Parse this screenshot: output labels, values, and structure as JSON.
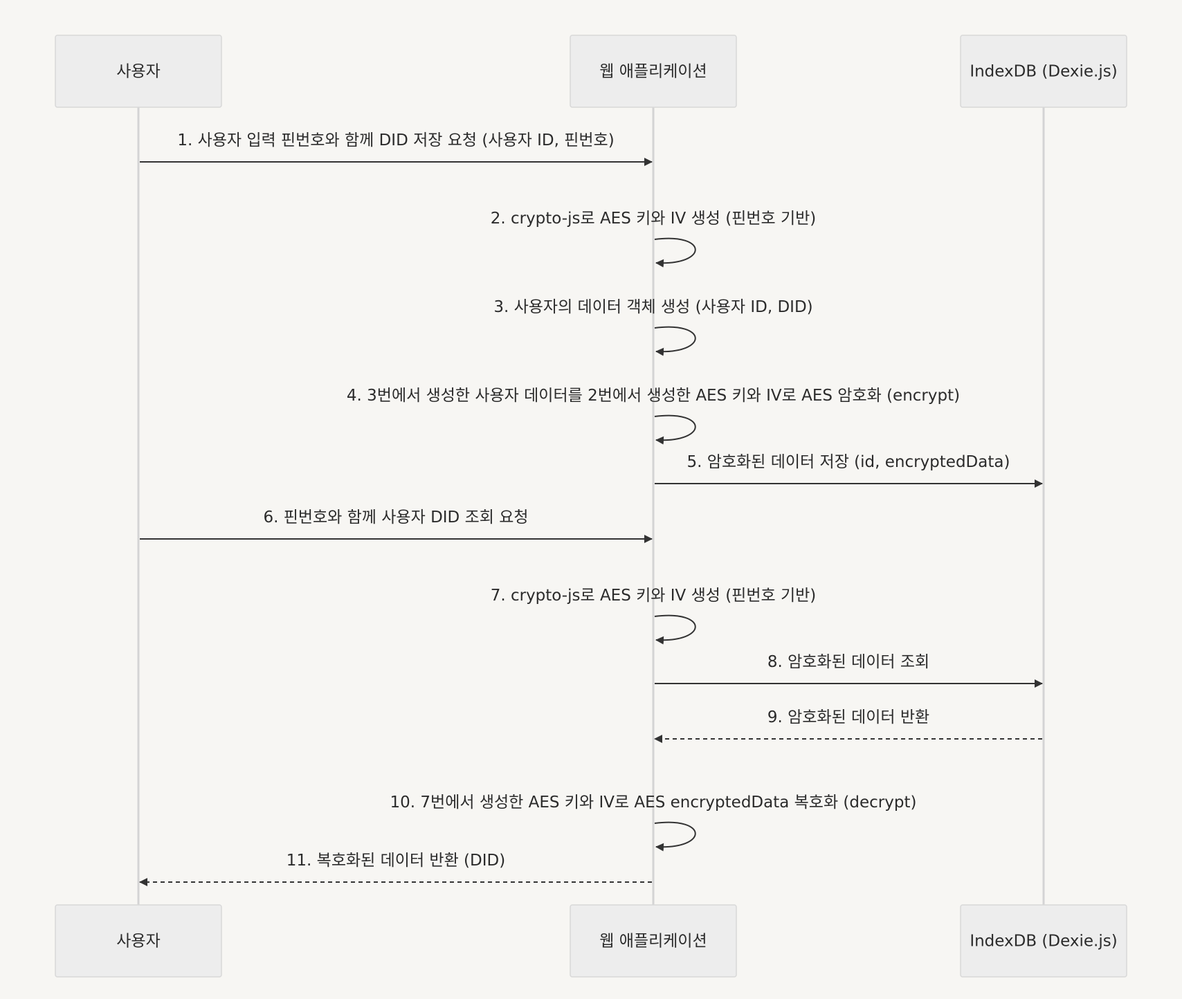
{
  "participants": [
    {
      "id": "user",
      "label": "사용자"
    },
    {
      "id": "app",
      "label": "웹 애플리케이션"
    },
    {
      "id": "db",
      "label": "IndexDB (Dexie.js)"
    }
  ],
  "messages": [
    {
      "from": "user",
      "to": "app",
      "style": "solid",
      "label": "1. 사용자 입력 핀번호와 함께 DID 저장 요청 (사용자 ID, 핀번호)"
    },
    {
      "from": "app",
      "to": "app",
      "style": "solid",
      "label": "2. crypto-js로 AES 키와 IV 생성 (핀번호 기반)"
    },
    {
      "from": "app",
      "to": "app",
      "style": "solid",
      "label": "3. 사용자의 데이터 객체 생성 (사용자 ID, DID)"
    },
    {
      "from": "app",
      "to": "app",
      "style": "solid",
      "label": "4. 3번에서 생성한 사용자 데이터를 2번에서 생성한 AES 키와 IV로 AES 암호화 (encrypt)"
    },
    {
      "from": "app",
      "to": "db",
      "style": "solid",
      "label": "5. 암호화된 데이터 저장 (id, encryptedData)"
    },
    {
      "from": "user",
      "to": "app",
      "style": "solid",
      "label": "6. 핀번호와 함께 사용자 DID 조회 요청"
    },
    {
      "from": "app",
      "to": "app",
      "style": "solid",
      "label": "7. crypto-js로 AES 키와 IV 생성 (핀번호 기반)"
    },
    {
      "from": "app",
      "to": "db",
      "style": "solid",
      "label": "8. 암호화된 데이터 조회"
    },
    {
      "from": "db",
      "to": "app",
      "style": "dashed",
      "label": "9. 암호화된 데이터 반환"
    },
    {
      "from": "app",
      "to": "app",
      "style": "solid",
      "label": "10. 7번에서 생성한 AES 키와 IV로 AES encryptedData 복호화 (decrypt)"
    },
    {
      "from": "app",
      "to": "user",
      "style": "dashed",
      "label": "11. 복호화된 데이터 반환 (DID)"
    }
  ],
  "colors": {
    "background": "#f7f6f3",
    "actor_fill": "#ededed",
    "line": "#333333",
    "lifeline": "#d4d4d4"
  }
}
